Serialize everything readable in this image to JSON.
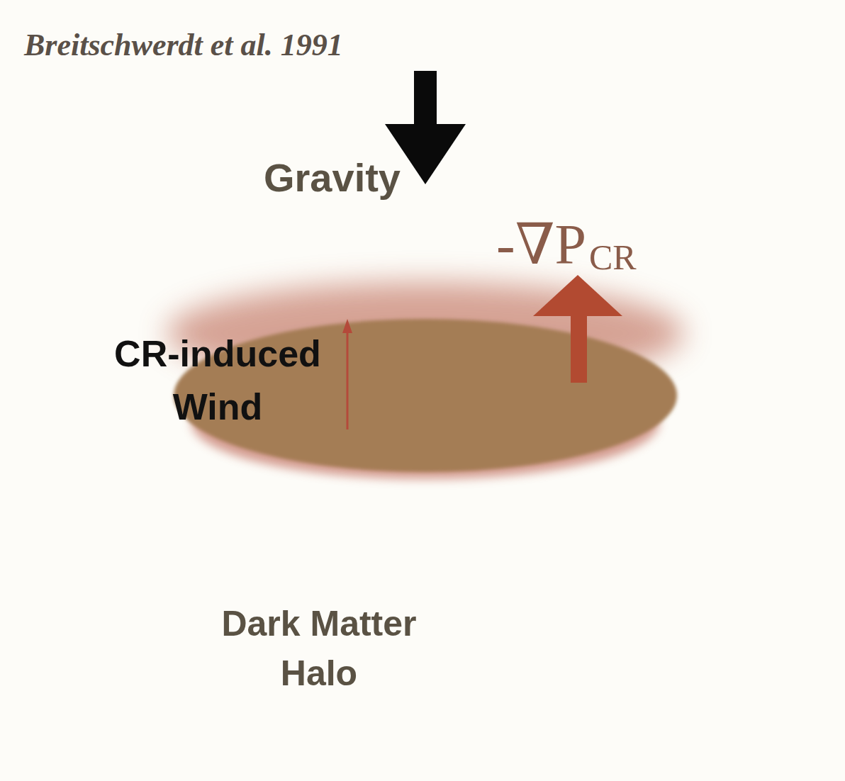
{
  "diagram": {
    "nodes": [
      {
        "text": [
          "Dark Matter Halo"
        ]
      }
    ],
    "labels": [
      "Breitschwerdt et al. 1991",
      "Gravity",
      "-∇P",
      "CR",
      "CR-induced Wind"
    ]
  }
}
